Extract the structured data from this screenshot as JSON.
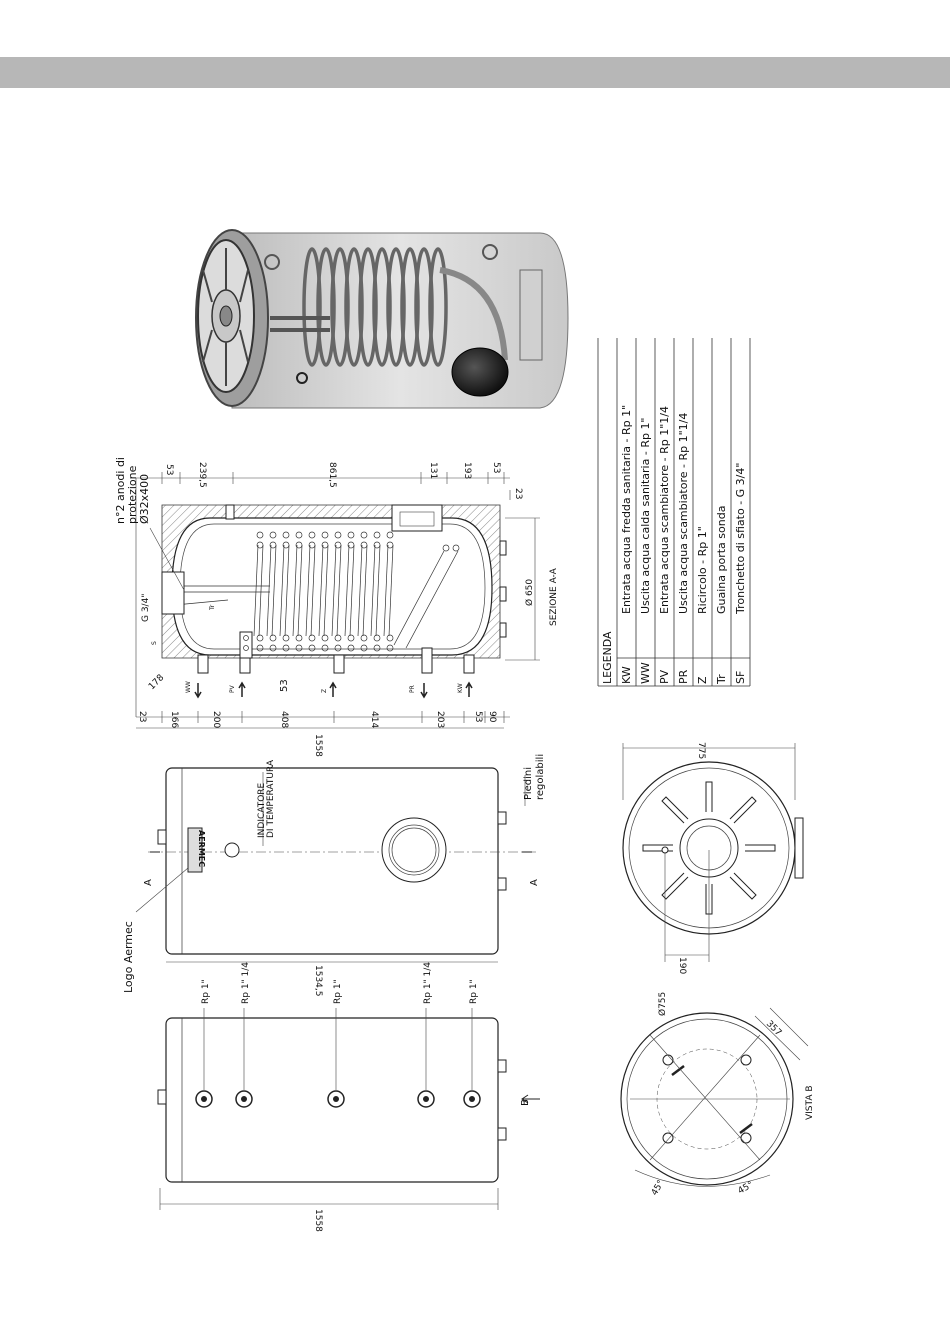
{
  "header": {},
  "legend": {
    "title": "LEGENDA",
    "rows": [
      {
        "code": "KW",
        "text": "Entrata acqua fredda sanitaria - Rp 1\""
      },
      {
        "code": "WW",
        "text": "Uscita acqua calda sanitaria - Rp 1\""
      },
      {
        "code": "PV",
        "text": "Entrata acqua scambiatore - Rp 1\"1/4"
      },
      {
        "code": "PR",
        "text": "Uscita acqua scambiatore - Rp 1\"1/4"
      },
      {
        "code": "Z",
        "text": "Ricircolo - Rp 1\""
      },
      {
        "code": "Tr",
        "text": "Guaina porta sonda"
      },
      {
        "code": "SF",
        "text": "Tronchetto di sfiato - G 3/4\""
      }
    ]
  },
  "section": {
    "title": "SEZIONE A-A",
    "anodes": [
      "n°2 anodi di",
      "protezione",
      "Ø32x400"
    ],
    "g34": "G 3/4\"",
    "s_label": "S",
    "tr_label": "Tr",
    "top_dims": [
      "53",
      "239,5",
      "861,5",
      "131",
      "193",
      "53"
    ],
    "bottom_dims": [
      "23",
      "166",
      "200",
      "408",
      "414",
      "203",
      "53",
      "90"
    ],
    "total": "1558",
    "right_dim_23": "23",
    "diameter": "Ø 650",
    "dim_178": "178",
    "dim_53": "53",
    "conn_labels": [
      "WW",
      "PV",
      "Z",
      "PR",
      "KW"
    ]
  },
  "front_view": {
    "a_left": "A",
    "a_right": "A",
    "logo_text": "AERMEC",
    "logo_callout": "Logo Aermec",
    "indicator": [
      "INDICATORE",
      "DI TEMPERATURA"
    ],
    "feet": [
      "Piedini",
      "regolabili"
    ],
    "length": "1534,5"
  },
  "bottom_view": {
    "labels": [
      "Rp 1\"",
      "Rp 1\" 1/4",
      "Rp 1\"",
      "Rp 1\" 1/4",
      "Rp 1\""
    ],
    "b_label": "B",
    "length": "1558"
  },
  "end_view": {
    "width": "775",
    "dim_190": "190"
  },
  "vista_b": {
    "title": "VISTA B",
    "diameter": "Ø755",
    "dim_357": "357",
    "angle1": "45°",
    "angle2": "45°"
  }
}
